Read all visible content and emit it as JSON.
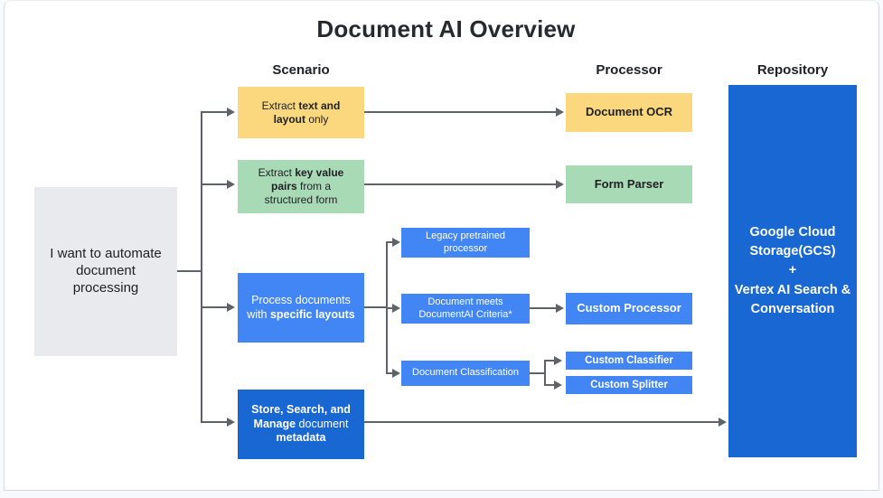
{
  "title": "Document AI Overview",
  "columns": [
    {
      "label": "Scenario"
    },
    {
      "label": "Processor"
    },
    {
      "label": "Repository"
    }
  ],
  "nodes": {
    "intent": {
      "text": "I want to automate\ndocument\nprocessing"
    },
    "scenario_extract_text": {
      "rich": [
        {
          "t": "Extract "
        },
        {
          "t": "text and layout",
          "b": true
        },
        {
          "t": " only"
        }
      ]
    },
    "scenario_key_value": {
      "rich": [
        {
          "t": "Extract "
        },
        {
          "t": "key value pairs",
          "b": true
        },
        {
          "t": " from a structured form"
        }
      ]
    },
    "scenario_layouts": {
      "rich": [
        {
          "t": "Process documents with "
        },
        {
          "t": "specific layouts",
          "b": true
        }
      ]
    },
    "scenario_store": {
      "rich": [
        {
          "t": "Store, Search, and Manage",
          "b": true
        },
        {
          "t": " document "
        },
        {
          "t": "metadata",
          "b": true
        }
      ]
    },
    "processor_ocr": {
      "text": "Document OCR"
    },
    "processor_form_parser": {
      "text": "Form Parser"
    },
    "sub_legacy": {
      "text": "Legacy pretrained processor"
    },
    "sub_criteria": {
      "text": "Document meets DocumentAI Criteria*"
    },
    "sub_classification": {
      "text": "Document Classification"
    },
    "processor_custom": {
      "text": "Custom Processor"
    },
    "processor_classifier": {
      "text": "Custom Classifier"
    },
    "processor_splitter": {
      "text": "Custom Splitter"
    },
    "repository": {
      "text": "Google Cloud\nStorage(GCS)\n+\nVertex AI Search &\nConversation"
    }
  },
  "colors": {
    "yellow": "#fbd87e",
    "green": "#a8dab5",
    "blue": "#4285f4",
    "dark-blue": "#1967d2",
    "gray-box": "#e8eaed",
    "connector": "#5f6368",
    "text": "#202124",
    "white-text": "#ffffff"
  }
}
